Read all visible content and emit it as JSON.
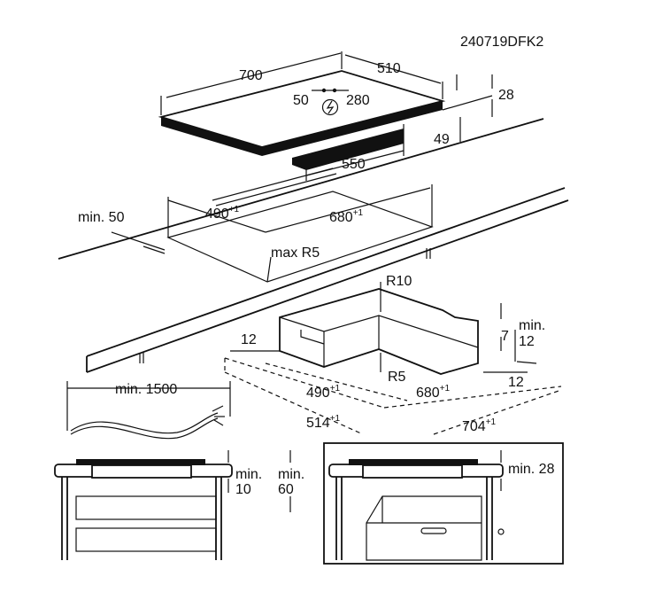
{
  "drawing_code": "240719DFK2",
  "hob": {
    "width": "700",
    "depth": "510",
    "cable_offset_a": "50",
    "cable_offset_b": "280",
    "thickness": "28",
    "under_height": "49",
    "under_width": "550",
    "power_icon": "power-connection-icon"
  },
  "cutout": {
    "min_edge": "min. 50",
    "depth": "490",
    "depth_tol": "+1",
    "width": "680",
    "width_tol": "+1",
    "max_radius": "max R5"
  },
  "frame": {
    "outer_radius": "R10",
    "inner_radius": "R5",
    "side_gap_left": "12",
    "side_gap_right": "12",
    "inner_depth": "490",
    "inner_depth_tol": "+1",
    "inner_width": "680",
    "inner_width_tol": "+1",
    "outer_depth": "514",
    "outer_depth_tol": "+1",
    "outer_width": "704",
    "outer_width_tol": "+1",
    "min_lip_label": "min.",
    "lip_height": "7",
    "lip_offset": "12"
  },
  "cable": {
    "min_length": "min. 1500"
  },
  "drawer_install": {
    "min_label_a": "min.",
    "gap_a": "10",
    "min_label_b": "min.",
    "gap_b": "60"
  },
  "oven_install": {
    "min_gap": "min. 28"
  }
}
